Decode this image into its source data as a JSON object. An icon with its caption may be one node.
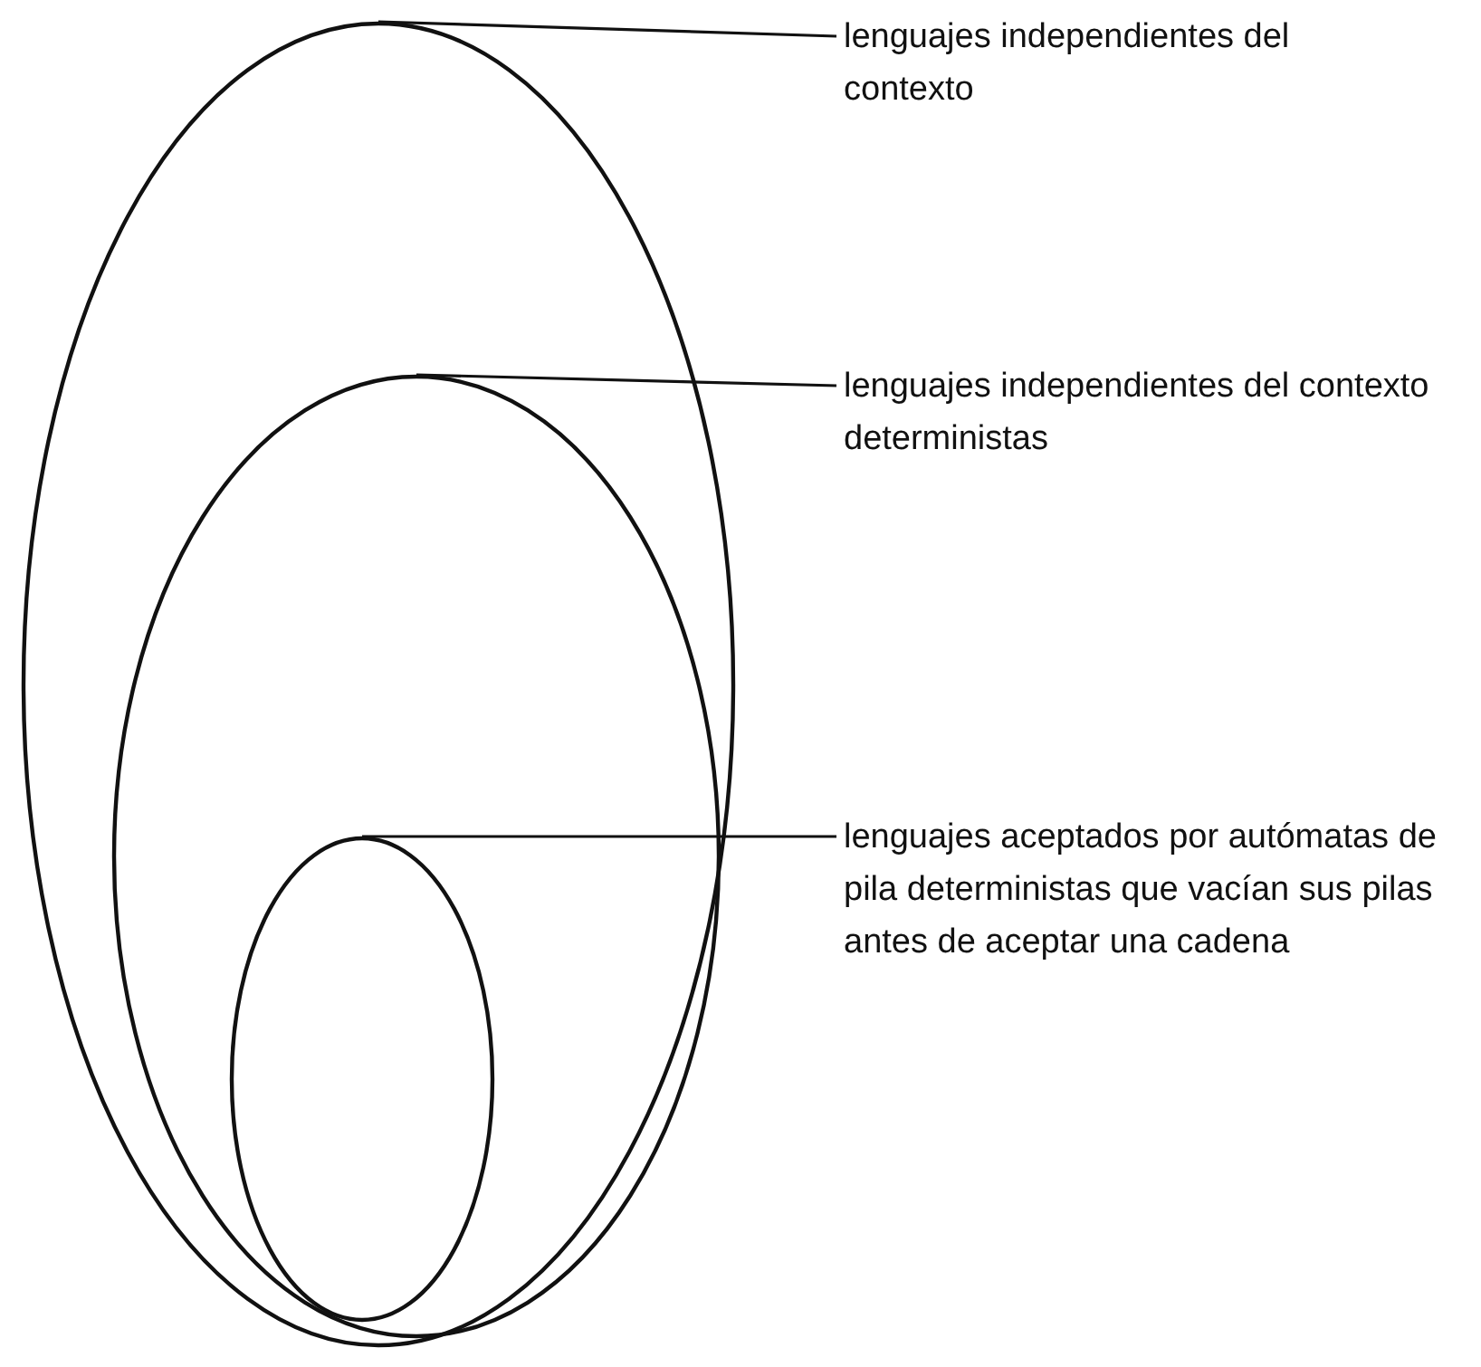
{
  "diagram": {
    "nodes": [
      {
        "text": [],
        "shape": "ellipse"
      },
      {
        "text": [],
        "shape": "ellipse",
        "in": 0
      },
      {
        "text": [],
        "shape": "ellipse",
        "in": 1
      },
      {
        "text": [
          "lenguajes independientes del contexto"
        ]
      },
      {
        "text": [
          "lenguajes independientes del contexto deterministas"
        ]
      },
      {
        "text": [
          "lenguajes aceptados por autómatas de pila deterministas que vacían sus pilas antes de aceptar una cadena"
        ]
      }
    ],
    "edges": [
      {
        "from": 3,
        "to": 0,
        "arrow": "none"
      },
      {
        "from": 4,
        "to": 1,
        "arrow": "none"
      },
      {
        "from": 5,
        "to": 2,
        "arrow": "none"
      }
    ]
  }
}
